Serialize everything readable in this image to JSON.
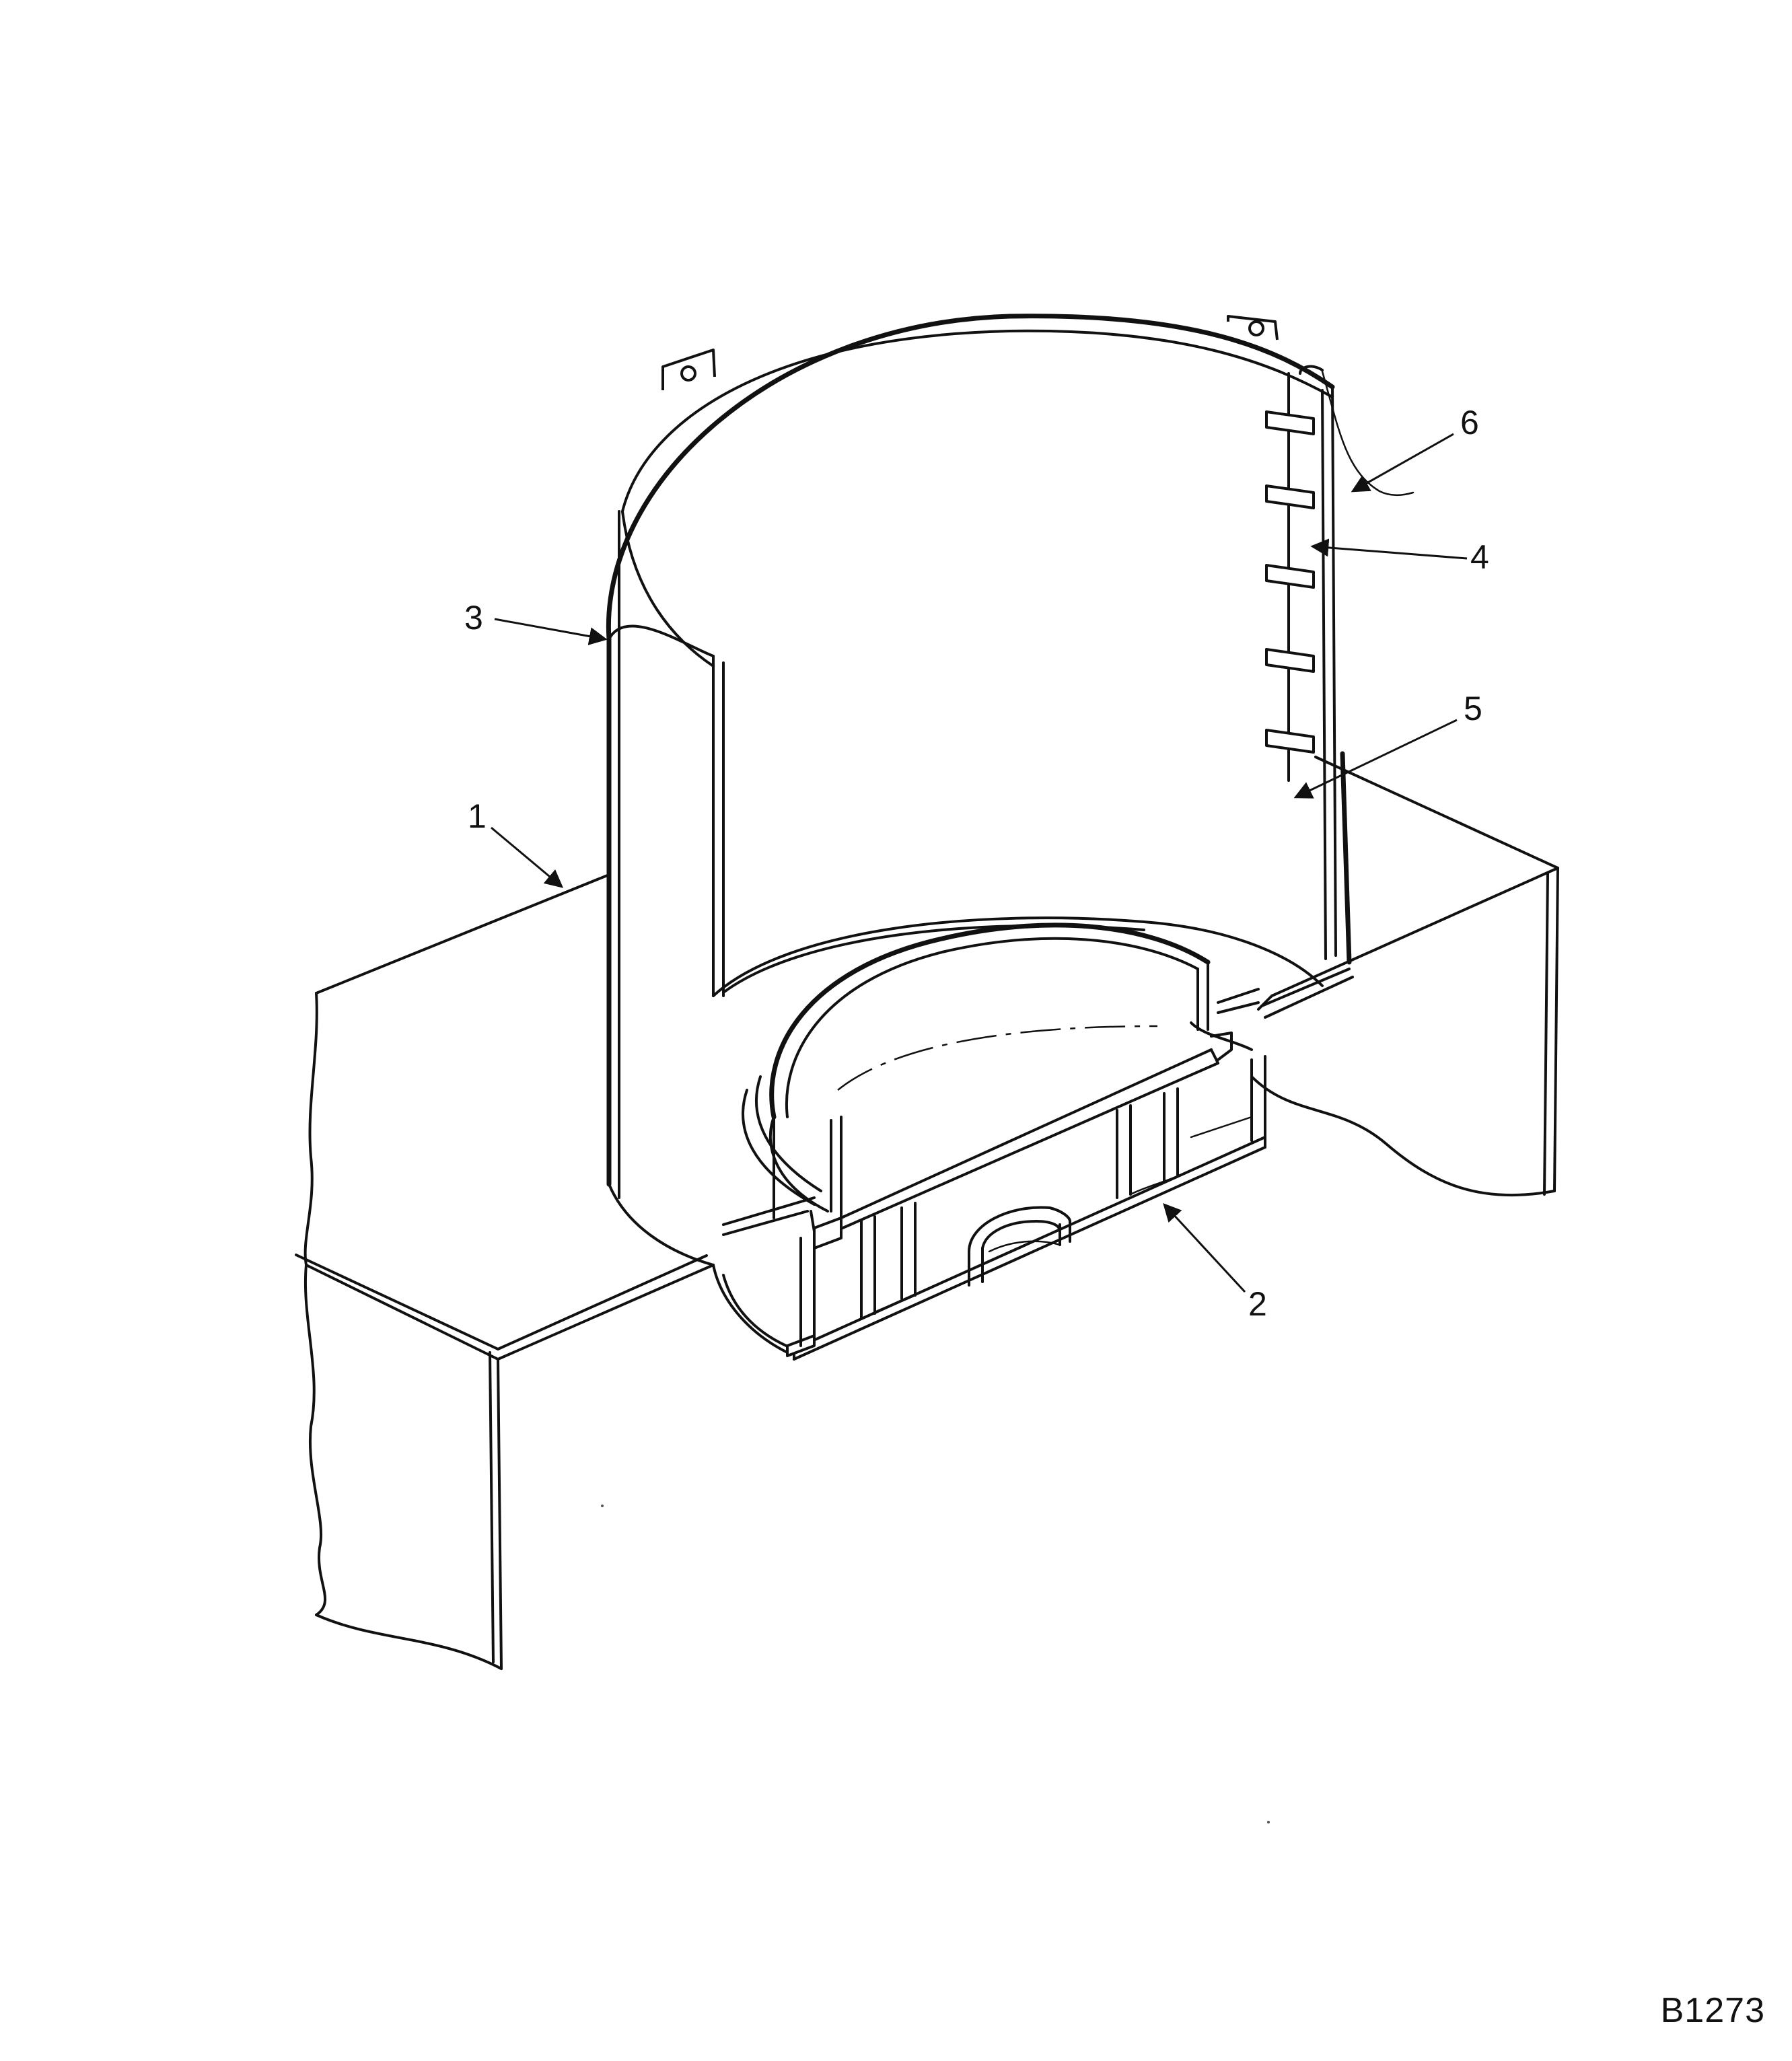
{
  "figure": {
    "id_label": "B1273"
  },
  "callouts": {
    "c1": "1",
    "c2": "2",
    "c3": "3",
    "c4": "4",
    "c5": "5",
    "c6": "6"
  }
}
